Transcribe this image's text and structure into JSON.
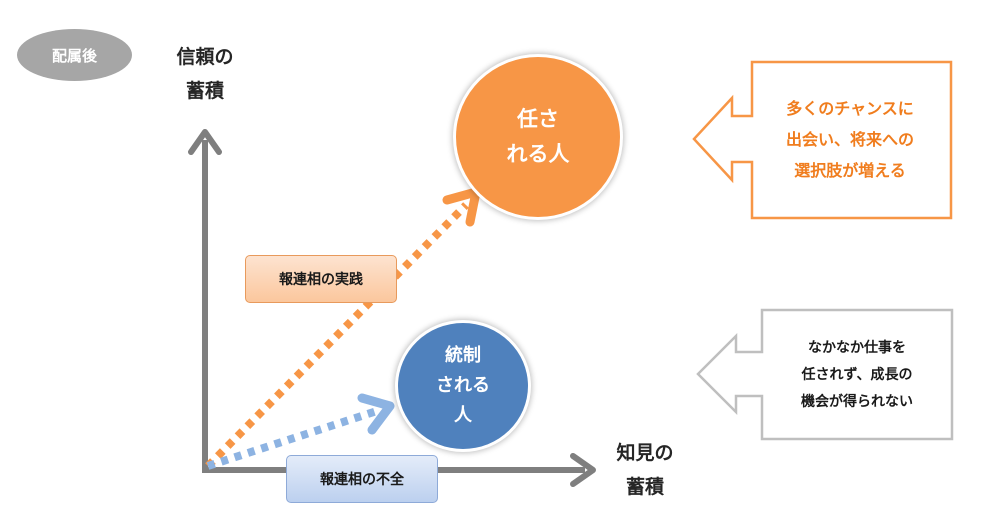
{
  "header": {
    "badge": "配属後"
  },
  "axes": {
    "y_label_line1": "信頼の",
    "y_label_line2": "蓄積",
    "x_label_line1": "知見の",
    "x_label_line2": "蓄積"
  },
  "nodes": {
    "entrusted": {
      "line1": "任さ",
      "line2": "れる人"
    },
    "controlled": {
      "line1": "統制",
      "line2": "される",
      "line3": "人"
    }
  },
  "paths": {
    "practice_label": "報連相の実践",
    "lack_label": "報連相の不全"
  },
  "outcomes": {
    "positive": {
      "line1": "多くのチャンスに",
      "line2": "出会い、将来への",
      "line3": "選択肢が増える"
    },
    "negative": {
      "line1": "なかなか仕事を",
      "line2": "任されず、成長の",
      "line3": "機会が得られない"
    }
  },
  "colors": {
    "orange": "#f79646",
    "orange_text": "#f07d1e",
    "blue": "#4f81bd",
    "light_blue": "#8db3e2",
    "axis_gray": "#7f7f7f",
    "box_gray": "#bfbfbf",
    "badge_gray": "#a6a6a6"
  }
}
